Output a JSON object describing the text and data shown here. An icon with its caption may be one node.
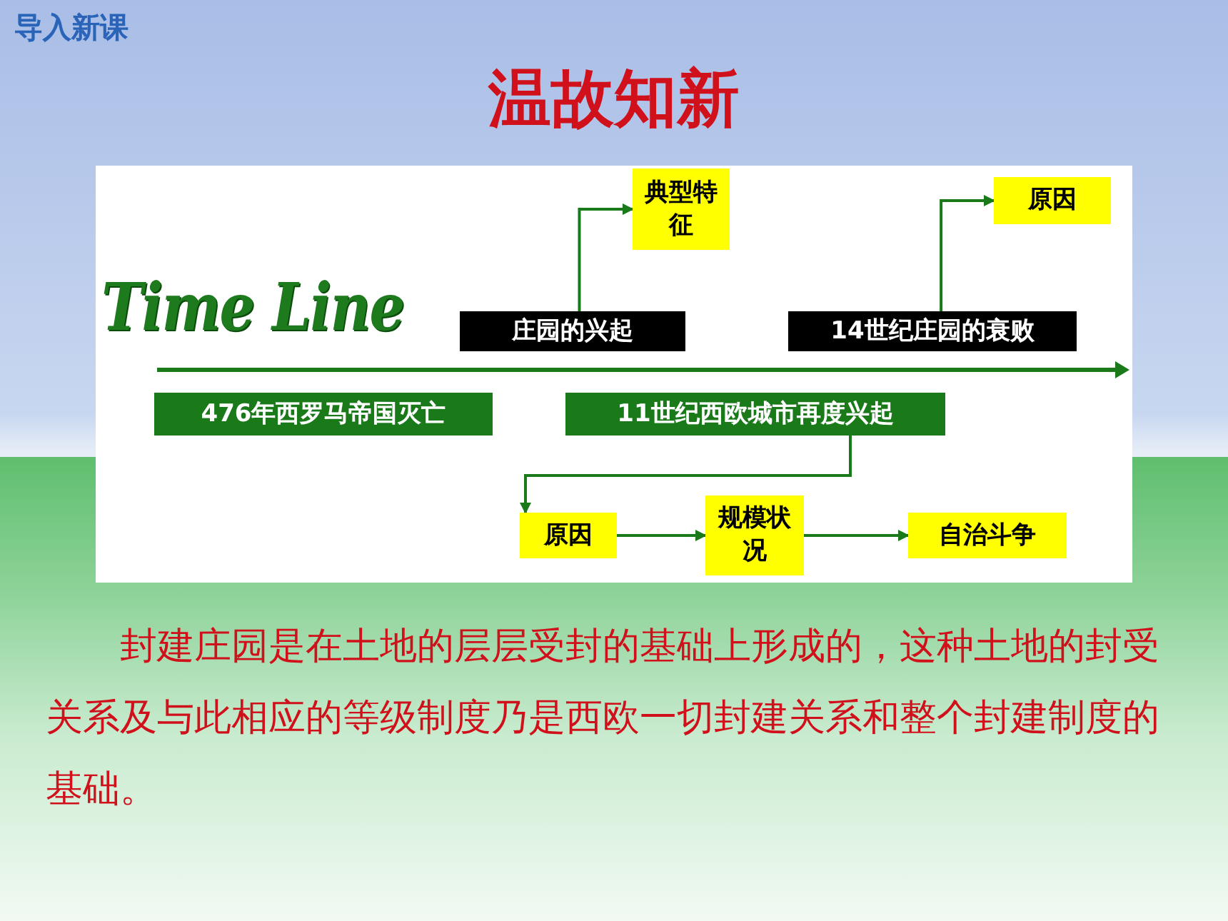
{
  "diagram": {
    "title": "温故知新",
    "nodes": [
      {
        "text": [
          "庄园的兴起"
        ]
      },
      {
        "text": [
          "典型特征"
        ]
      },
      {
        "text": [
          "14世纪庄园的衰败"
        ]
      },
      {
        "text": [
          "原因"
        ]
      },
      {
        "text": [
          "476年西罗马帝国灭亡"
        ]
      },
      {
        "text": [
          "11世纪西欧城市再度兴起"
        ]
      },
      {
        "text": [
          "原因"
        ]
      },
      {
        "text": [
          "规模状况"
        ]
      },
      {
        "text": [
          "自治斗争"
        ]
      }
    ],
    "edges": [
      {
        "from": 0,
        "to": 1,
        "arrow": "to"
      },
      {
        "from": 2,
        "to": 3,
        "arrow": "to"
      },
      {
        "from": 5,
        "to": 6,
        "arrow": "to"
      },
      {
        "from": 6,
        "to": 7,
        "arrow": "to"
      },
      {
        "from": 7,
        "to": 8,
        "arrow": "to"
      }
    ],
    "labels": [
      "导入新课",
      "Time Line",
      "封建庄园是在土地的层层受封的基础上形成的，这种土地的封受关系及与此相应的等级制度乃是西欧一切封建关系和整个封建制度的基础。"
    ]
  }
}
